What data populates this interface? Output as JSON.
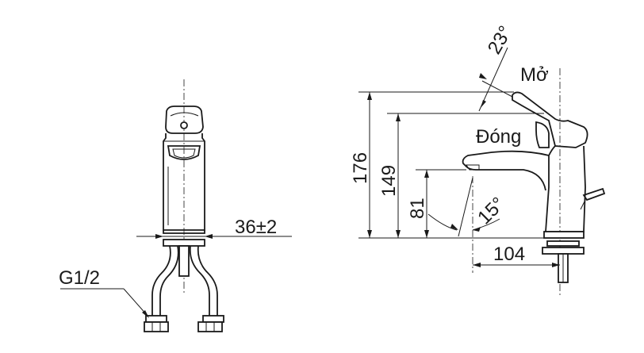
{
  "labels": {
    "connection_thread": "G1/2",
    "hole_diameter": "36±2",
    "height_total": "176",
    "height_handle": "149",
    "height_outlet": "81",
    "reach": "104",
    "handle_angle": "23°",
    "spout_angle": "15°",
    "open_label": "Mở",
    "close_label": "Đóng"
  },
  "colors": {
    "line": "#1a1a1a",
    "background": "#ffffff"
  }
}
